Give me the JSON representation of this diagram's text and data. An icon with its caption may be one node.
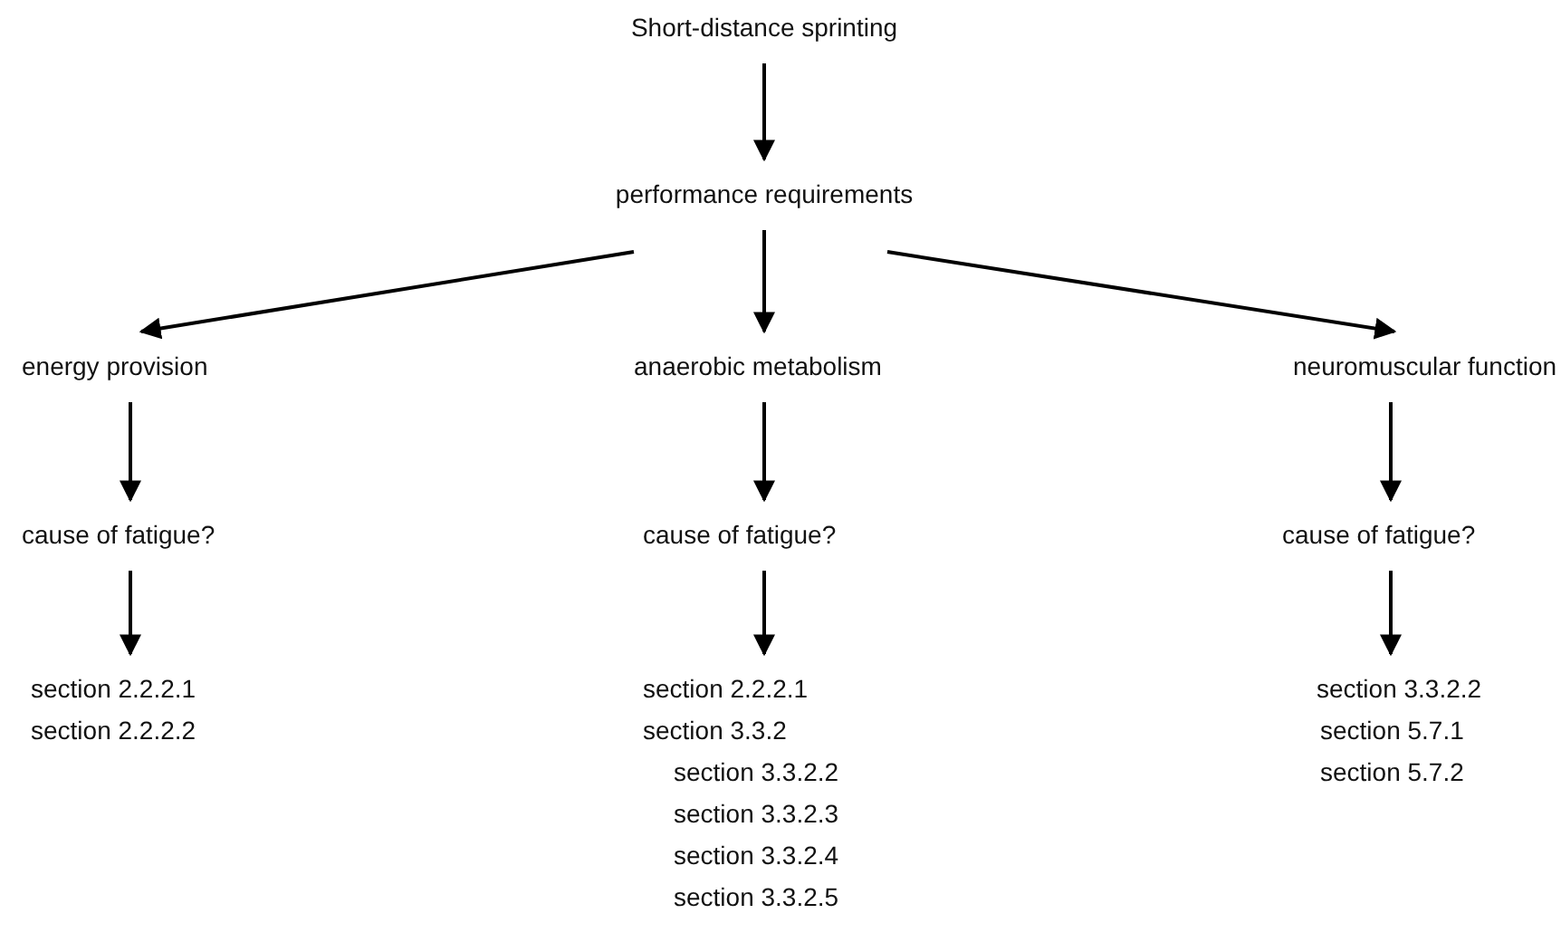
{
  "diagram": {
    "nodes": [
      {
        "text": [
          "Short-distance sprinting"
        ]
      },
      {
        "text": [
          "performance requirements"
        ]
      },
      {
        "text": [
          "energy provision"
        ]
      },
      {
        "text": [
          "anaerobic metabolism"
        ]
      },
      {
        "text": [
          "neuromuscular function"
        ]
      },
      {
        "text": [
          "cause of fatigue?"
        ]
      },
      {
        "text": [
          "cause of fatigue?"
        ]
      },
      {
        "text": [
          "cause of fatigue?"
        ]
      },
      {
        "text": [
          "section 2.2.2.1",
          "section 2.2.2.2"
        ]
      },
      {
        "text": [
          "section 2.2.2.1",
          "section 3.3.2",
          "section 3.3.2.2",
          "section 3.3.2.3",
          "section 3.3.2.4",
          "section 3.3.2.5"
        ]
      },
      {
        "text": [
          "section 3.3.2.2",
          "section 5.7.1",
          "section 5.7.2"
        ]
      }
    ],
    "edges": [
      {
        "from": 0,
        "to": 1,
        "arrow": "to"
      },
      {
        "from": 1,
        "to": 2,
        "arrow": "to"
      },
      {
        "from": 1,
        "to": 3,
        "arrow": "to"
      },
      {
        "from": 1,
        "to": 4,
        "arrow": "to"
      },
      {
        "from": 2,
        "to": 5,
        "arrow": "to"
      },
      {
        "from": 3,
        "to": 6,
        "arrow": "to"
      },
      {
        "from": 4,
        "to": 7,
        "arrow": "to"
      },
      {
        "from": 5,
        "to": 8,
        "arrow": "to"
      },
      {
        "from": 6,
        "to": 9,
        "arrow": "to"
      },
      {
        "from": 7,
        "to": 10,
        "arrow": "to"
      }
    ]
  }
}
